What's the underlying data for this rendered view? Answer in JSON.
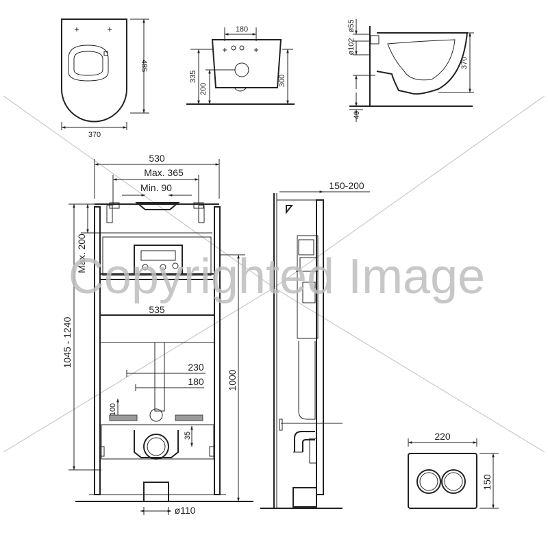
{
  "watermark": "Copyrighted Image",
  "bowl_top": {
    "width": "370",
    "depth": "485"
  },
  "bowl_back": {
    "hole_spacing": "180",
    "height_total": "335",
    "outlet_height": "200",
    "height_300": "300"
  },
  "bowl_side": {
    "d1": "ø55",
    "d2": "ø102",
    "height": "370",
    "floor": "40"
  },
  "frame_front": {
    "width_outer": "530",
    "max_spacing": "Max. 365",
    "min_spacing": "Min. 90",
    "max_height": "Max. 200",
    "height_range": "1045 - 1240",
    "inner_width": "535",
    "height_1000": "1000",
    "dim_230": "230",
    "dim_180": "180",
    "dim_100": "100",
    "dim_35": "35",
    "pipe": "ø110"
  },
  "frame_side": {
    "depth": "150-200"
  },
  "button_plate": {
    "width": "220",
    "height": "150"
  }
}
